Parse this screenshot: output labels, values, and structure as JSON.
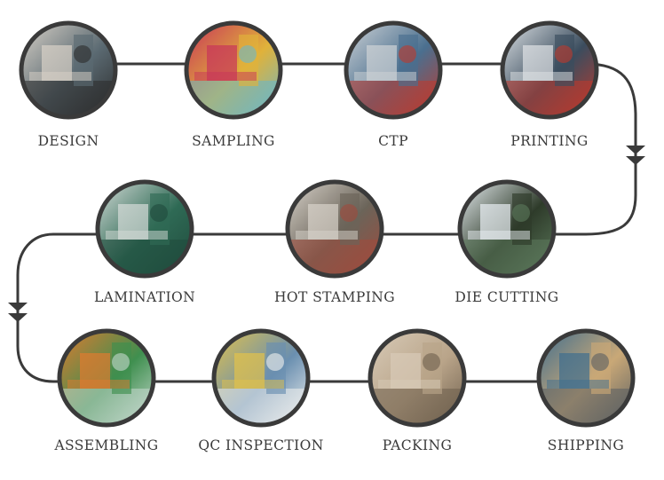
{
  "colors": {
    "line": "#3a3a3a",
    "ring": "#3a3a3a",
    "text": "#3a3a3a",
    "background": "#ffffff"
  },
  "steps": [
    {
      "label": "DESIGN",
      "photo": "design-photo",
      "tones": [
        "#5b6a72",
        "#d9d2c8",
        "#2b2b2b"
      ]
    },
    {
      "label": "SAMPLING",
      "photo": "sampling-photo",
      "tones": [
        "#e0b23a",
        "#c8345a",
        "#6ab7c9"
      ]
    },
    {
      "label": "CTP",
      "photo": "ctp-photo",
      "tones": [
        "#4a6f8f",
        "#cfd3d6",
        "#c0392b"
      ]
    },
    {
      "label": "PRINTING",
      "photo": "printing-photo",
      "tones": [
        "#3b4d5e",
        "#dfe3e6",
        "#c0392b"
      ]
    },
    {
      "label": "DIE CUTTING",
      "photo": "die-cutting-photo",
      "tones": [
        "#2e3b2a",
        "#e8eef2",
        "#5c7a5c"
      ]
    },
    {
      "label": "HOT STAMPING",
      "photo": "hot-stamping-photo",
      "tones": [
        "#6b6459",
        "#d8d3cb",
        "#a04a3c"
      ]
    },
    {
      "label": "LAMINATION",
      "photo": "lamination-photo",
      "tones": [
        "#2f6a55",
        "#d5dcd8",
        "#1f4a3c"
      ]
    },
    {
      "label": "ASSEMBLING",
      "photo": "assembling-photo",
      "tones": [
        "#3f8f4f",
        "#e07a2f",
        "#c7d9cf"
      ]
    },
    {
      "label": "QC INSPECTION",
      "photo": "qc-inspection-photo",
      "tones": [
        "#6a8fb0",
        "#e2c24a",
        "#f1f1ef"
      ]
    },
    {
      "label": "PACKING",
      "photo": "packing-photo",
      "tones": [
        "#b9a489",
        "#d8cbb8",
        "#6e5f4d"
      ]
    },
    {
      "label": "SHIPPING",
      "photo": "shipping-photo",
      "tones": [
        "#c9a877",
        "#3e6d8f",
        "#5a5f62"
      ]
    }
  ]
}
